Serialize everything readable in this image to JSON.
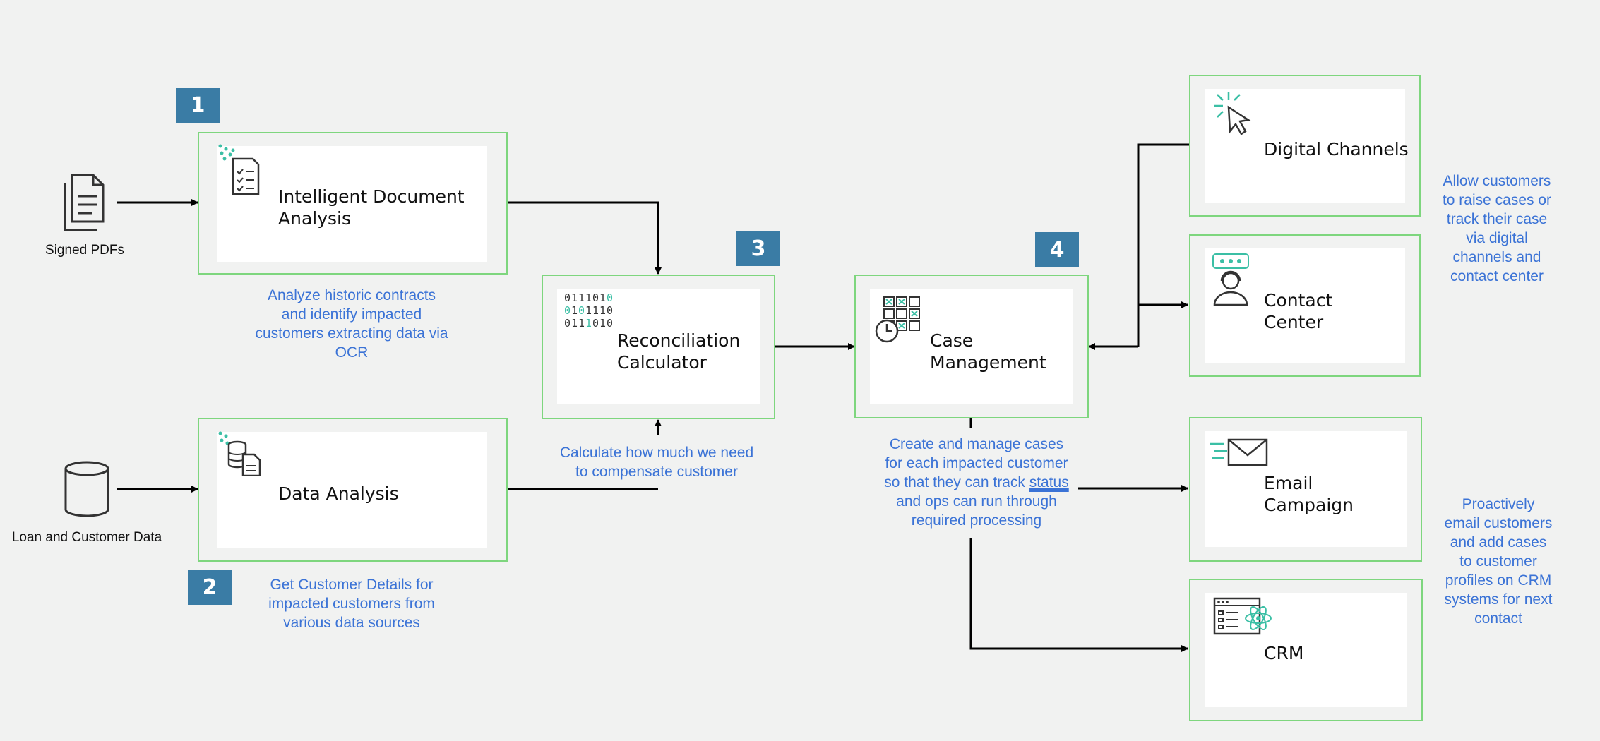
{
  "sources": {
    "signed_pdfs": "Signed PDFs",
    "loan_data": "Loan and Customer Data"
  },
  "steps": {
    "s1": "1",
    "s2": "2",
    "s3": "3",
    "s4": "4"
  },
  "nodes": {
    "ida": "Intelligent Document\nAnalysis",
    "data_analysis": "Data Analysis",
    "recon": "Reconciliation\nCalculator",
    "case_mgmt": "Case\nManagement",
    "digital": "Digital Channels",
    "contact": "Contact\nCenter",
    "email": "Email\nCampaign",
    "crm": "CRM"
  },
  "notes": {
    "ida": "Analyze historic contracts\nand identify impacted\ncustomers extracting data via\nOCR",
    "data_analysis": "Get Customer Details for\nimpacted customers from\nvarious data sources",
    "recon": "Calculate how much we need\nto compensate customer",
    "case_pre": "Create and manage cases\nfor each impacted customer\nso that they can track ",
    "case_status": "status",
    "case_post": "\nand ops can run through\nrequired processing",
    "channels": "Allow customers\nto raise cases or\ntrack their case\nvia digital\nchannels and\ncontact center",
    "campaign": "Proactively\nemail customers\nand add cases\nto customer\nprofiles on CRM\nsystems for next\ncontact"
  },
  "icons": {
    "doc": "document-icon",
    "database": "database-icon",
    "ida": "document-checklist-icon",
    "data_analysis": "data-stack-icon",
    "recon": "binary-icon",
    "case_mgmt": "calendar-clock-icon",
    "digital": "cursor-click-icon",
    "contact": "headset-agent-icon",
    "email": "envelope-icon",
    "crm": "crm-window-icon"
  },
  "colors": {
    "box_border": "#7ed67e",
    "step_bg": "#3a7ca5",
    "note": "#3b73d6",
    "accent_teal": "#3bbfa5"
  }
}
